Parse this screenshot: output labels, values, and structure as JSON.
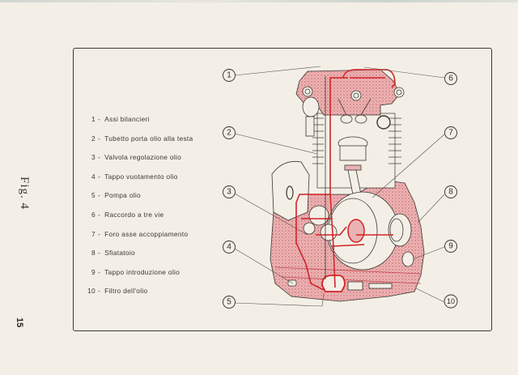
{
  "figure": {
    "label": "Fig. 4",
    "page_number": "15"
  },
  "legend": {
    "items": [
      {
        "number": "1",
        "label": "Assi bilancieri"
      },
      {
        "number": "2",
        "label": "Tubetto porta olio alla testa"
      },
      {
        "number": "3",
        "label": "Valvola regolazione olio"
      },
      {
        "number": "4",
        "label": "Tappo vuotamento olio"
      },
      {
        "number": "5",
        "label": "Pompa olio"
      },
      {
        "number": "6",
        "label": "Raccordo a tre vie"
      },
      {
        "number": "7",
        "label": "Foro asse accoppiamento"
      },
      {
        "number": "8",
        "label": "Sfiatatoio"
      },
      {
        "number": "9",
        "label": "Tappo introduzione olio"
      },
      {
        "number": "10",
        "label": "Filtro dell'olio"
      }
    ]
  },
  "diagram": {
    "subject": "engine-cutaway-lubrication",
    "callouts": [
      "1",
      "2",
      "3",
      "4",
      "5",
      "6",
      "7",
      "8",
      "9",
      "10"
    ],
    "colors": {
      "oil_path": "#d2232a",
      "oil_fill": "#e7a6a6",
      "ink": "#3a3733",
      "paper": "#f3efe6"
    }
  }
}
